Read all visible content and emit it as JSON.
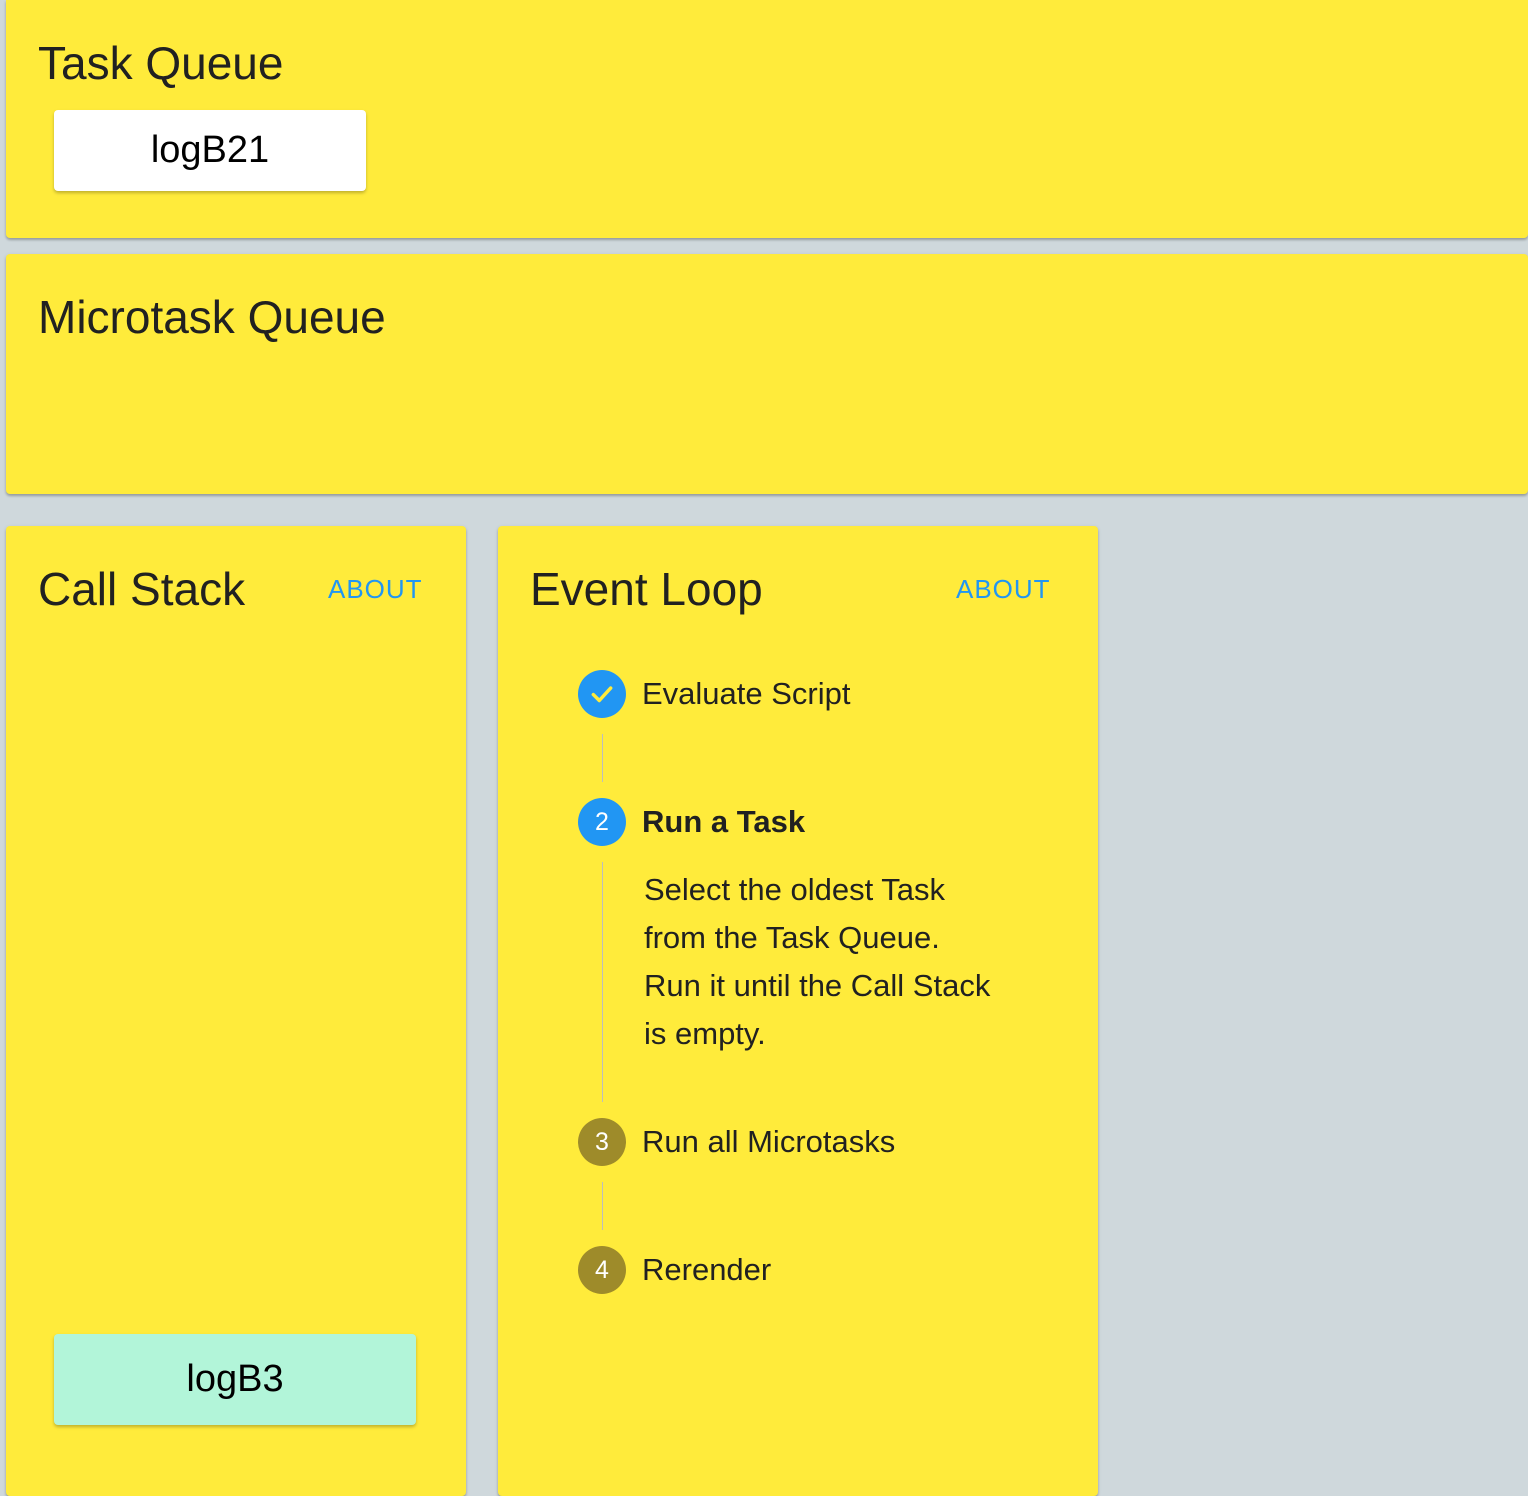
{
  "task_queue": {
    "title": "Task Queue",
    "items": [
      "logB21"
    ]
  },
  "microtask_queue": {
    "title": "Microtask Queue",
    "items": []
  },
  "call_stack": {
    "title": "Call Stack",
    "about_label": "ABOUT",
    "items": [
      "logB3"
    ]
  },
  "event_loop": {
    "title": "Event Loop",
    "about_label": "ABOUT",
    "steps": [
      {
        "number": "1",
        "label": "Evaluate Script",
        "state": "done",
        "icon": "check-icon"
      },
      {
        "number": "2",
        "label": "Run a Task",
        "state": "active",
        "description": "Select the oldest Task from the Task Queue. Run it until the Call Stack is empty."
      },
      {
        "number": "3",
        "label": "Run all Microtasks",
        "state": "pending"
      },
      {
        "number": "4",
        "label": "Rerender",
        "state": "pending"
      }
    ]
  },
  "colors": {
    "panel": "#ffeb3b",
    "background": "#cfd8dc",
    "accent": "#2196f3",
    "pending_step": "#9e8b2a",
    "stack_frame": "#b2f5d9"
  }
}
